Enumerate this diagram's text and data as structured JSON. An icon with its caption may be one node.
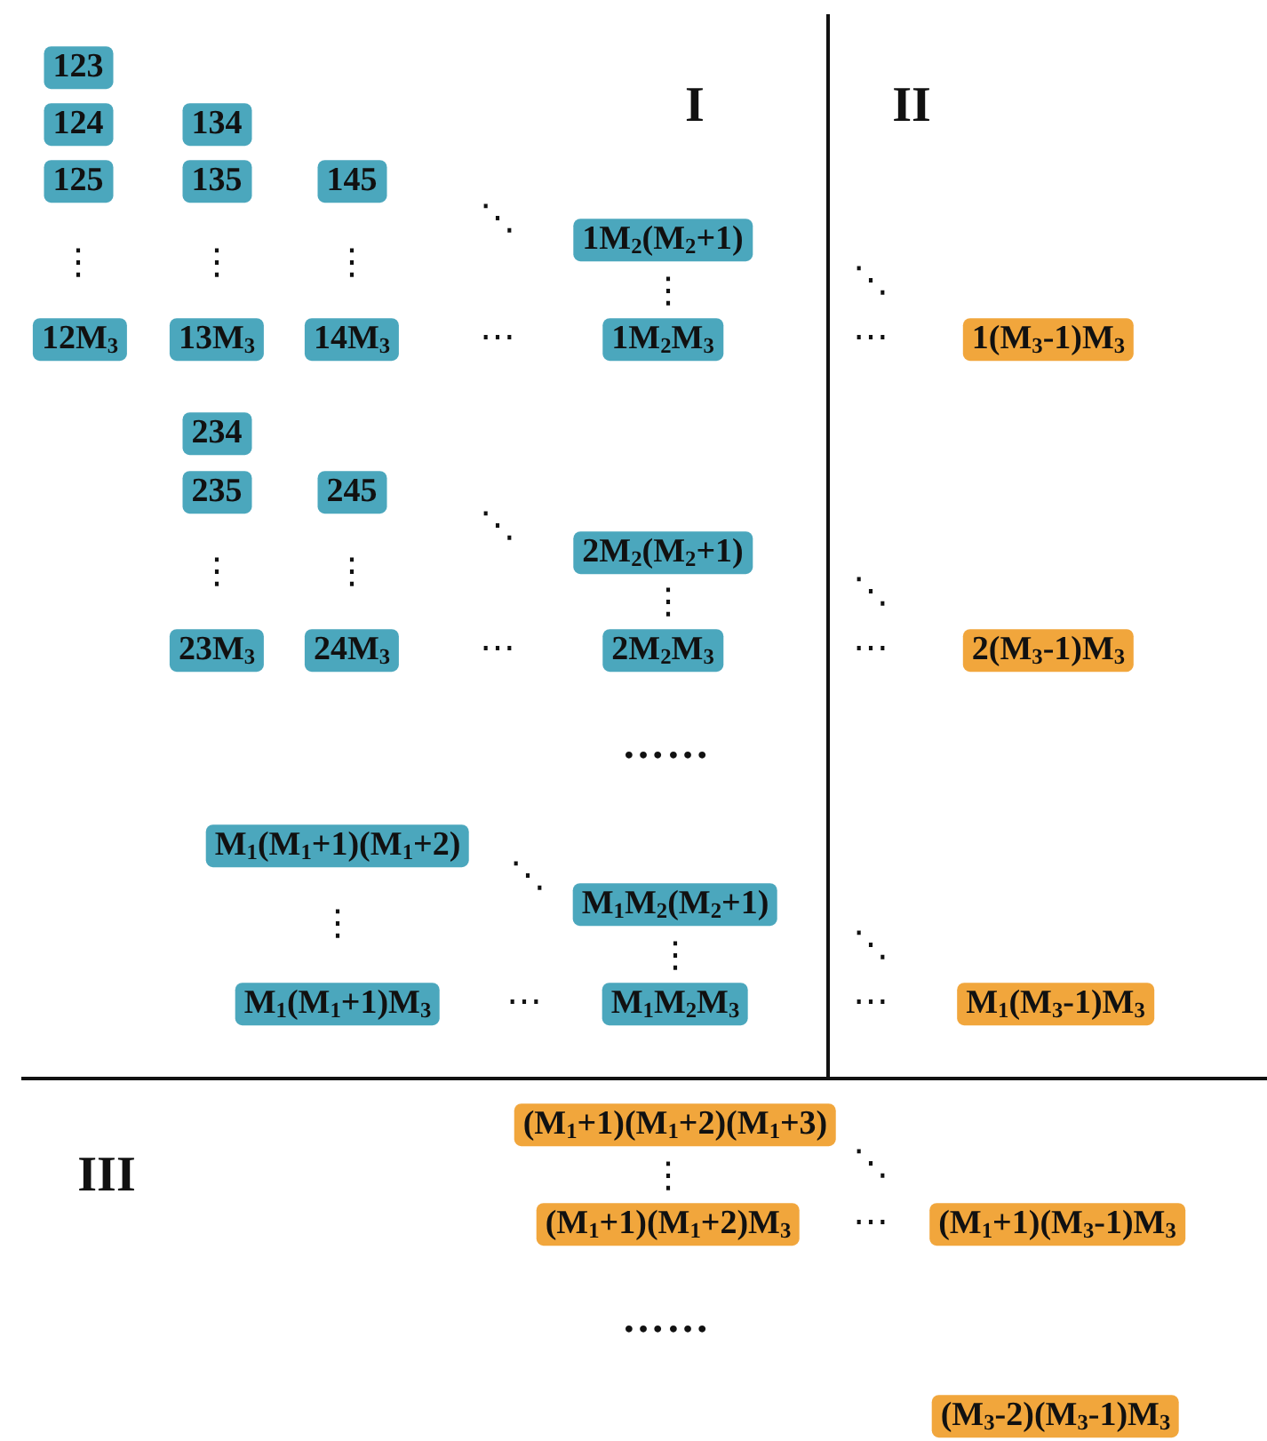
{
  "diagram": {
    "nodes": [
      {
        "text": [
          "123"
        ]
      },
      {
        "text": [
          "124"
        ]
      },
      {
        "text": [
          "125"
        ]
      },
      {
        "text": [
          "134"
        ]
      },
      {
        "text": [
          "135"
        ]
      },
      {
        "text": [
          "145"
        ]
      },
      {
        "text": [
          "1M$_{2}$(M$_{2}$+1)"
        ]
      },
      {
        "text": [
          "12M$_{3}$"
        ]
      },
      {
        "text": [
          "13M$_{3}$"
        ]
      },
      {
        "text": [
          "14M$_{3}$"
        ]
      },
      {
        "text": [
          "1M$_{2}$M$_{3}$"
        ]
      },
      {
        "text": [
          "1(M$_{3}$-1)M$_{3}$"
        ]
      },
      {
        "text": [
          "234"
        ]
      },
      {
        "text": [
          "235"
        ]
      },
      {
        "text": [
          "245"
        ]
      },
      {
        "text": [
          "2M$_{2}$(M$_{2}$+1)"
        ]
      },
      {
        "text": [
          "23M$_{3}$"
        ]
      },
      {
        "text": [
          "24M$_{3}$"
        ]
      },
      {
        "text": [
          "2M$_{2}$M$_{3}$"
        ]
      },
      {
        "text": [
          "2(M$_{3}$-1)M$_{3}$"
        ]
      },
      {
        "text": [
          "M$_{1}$(M$_{1}$+1)(M$_{1}$+2)"
        ]
      },
      {
        "text": [
          "M$_{1}$M$_{2}$(M$_{2}$+1)"
        ]
      },
      {
        "text": [
          "M$_{1}$(M$_{1}$+1)M$_{3}$"
        ]
      },
      {
        "text": [
          "M$_{1}$M$_{2}$M$_{3}$"
        ]
      },
      {
        "text": [
          "M$_{1}$(M$_{3}$-1)M$_{3}$"
        ]
      },
      {
        "text": [
          "(M$_{1}$+1)(M$_{1}$+2)(M$_{1}$+3)"
        ]
      },
      {
        "text": [
          "(M$_{1}$+1)(M$_{1}$+2)M$_{3}$"
        ]
      },
      {
        "text": [
          "(M$_{1}$+1)(M$_{3}$-1)M$_{3}$"
        ]
      },
      {
        "text": [
          "(M$_{3}$-2)(M$_{3}$-1)M$_{3}$"
        ]
      }
    ],
    "labels": [
      "I",
      "II",
      "⋱",
      "⋮",
      "⋮",
      "⋮",
      "⋱",
      "⋮",
      "⋯",
      "⋯",
      "⋱",
      "⋮",
      "⋮",
      "⋱",
      "⋮",
      "⋯",
      "⋯",
      "……",
      "⋱",
      "⋮",
      "⋱",
      "⋮",
      "⋯",
      "⋯",
      "⋱",
      "III",
      "⋮",
      "⋯",
      "……"
    ]
  }
}
